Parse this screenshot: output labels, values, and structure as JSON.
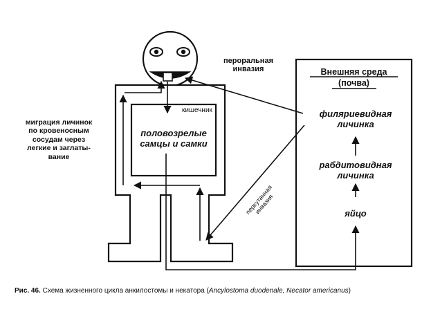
{
  "labels": {
    "peroral": [
      "пероральная",
      "инвазия"
    ],
    "gut": "кишечник",
    "adults": [
      "половозрелые",
      "самцы и самки"
    ],
    "migration": [
      "миграция личинок",
      "по кровеносным",
      "сосудам через",
      "легкие и заглаты-",
      "вание"
    ],
    "environment": [
      "Внешняя среда",
      "(почва)"
    ],
    "filariform": [
      "филяриевидная",
      "личинка"
    ],
    "rhabditiform": [
      "рабдитовидная",
      "личинка"
    ],
    "egg": "яйцо",
    "percutaneous": [
      "перкутанная",
      "инвазия"
    ]
  },
  "caption": {
    "head": "Рис. 46.",
    "text": " Схема жизненного цикла анкилостомы и некатора (",
    "italic": "Ancylostoma duodenale, Necator americanus",
    "tail": ")"
  }
}
